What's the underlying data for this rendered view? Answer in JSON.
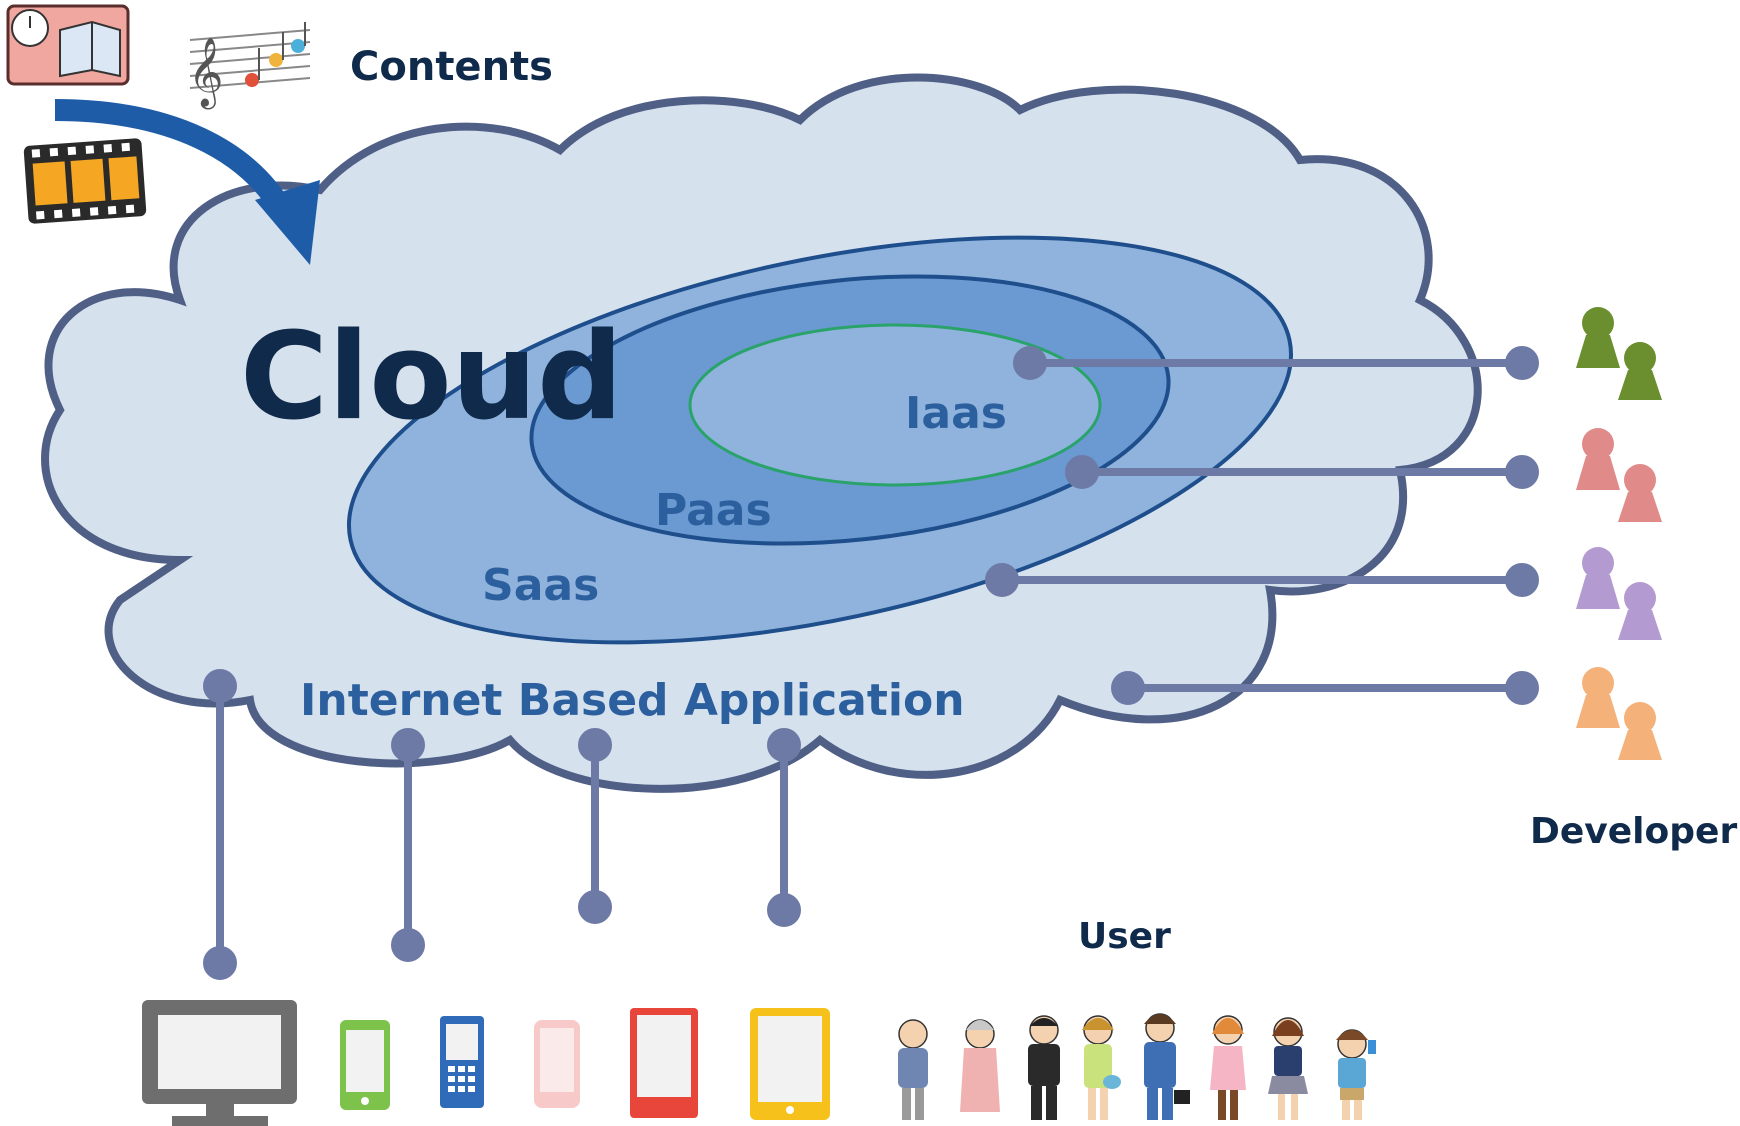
{
  "labels": {
    "contents": "Contents",
    "cloud": "Cloud",
    "iaas": "Iaas",
    "paas": "Paas",
    "saas": "Saas",
    "internet_app": "Internet Based Application",
    "developer": "Developer",
    "user": "User"
  },
  "colors": {
    "cloud_fill": "#d6e1ee",
    "cloud_stroke": "#4f5f86",
    "outer_ellipse": "#8fb3dd",
    "mid_ellipse": "#6a9ad1",
    "inner_ellipse": "#8fb3dd",
    "inner_stroke": "#2aa36b",
    "ellipse_stroke": "#1e4f8c",
    "connector": "#6e7aa6",
    "label_dark": "#0f2a4a",
    "label_blue": "#2c5f9e",
    "arrow": "#1f5ca8",
    "developer_colors": [
      "#6b8e2f",
      "#e08a8a",
      "#b39ad0",
      "#f4b27a"
    ]
  },
  "icons": {
    "contents": [
      "clock-calendar-book-icon",
      "music-notes-icon",
      "film-strip-icon"
    ],
    "devices": [
      "desktop-monitor-icon",
      "smartphone-green-icon",
      "feature-phone-blue-icon",
      "smartphone-pink-icon",
      "tablet-red-icon",
      "tablet-yellow-icon"
    ],
    "users": [
      "elderly-man-icon",
      "elderly-woman-icon",
      "businessman-icon",
      "woman-with-bag-icon",
      "man-with-briefcase-icon",
      "young-woman-icon",
      "schoolgirl-icon",
      "boy-with-phone-icon"
    ]
  }
}
